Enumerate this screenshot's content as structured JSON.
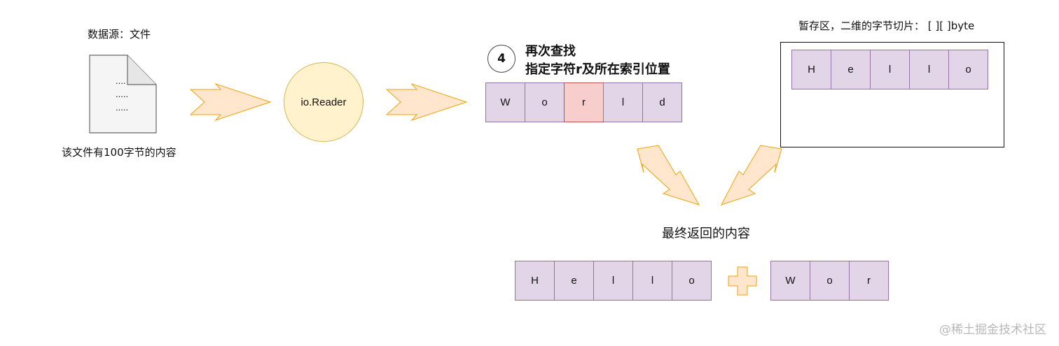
{
  "source": {
    "title": "数据源：文件",
    "file_lines": [
      "....",
      ".....",
      "....."
    ],
    "caption": "该文件有100字节的内容"
  },
  "reader": {
    "label": "io.Reader"
  },
  "step": {
    "number": "4",
    "title_line1": "再次查找",
    "title_line2": "指定字符r及所在索引位置",
    "chars": [
      "W",
      "o",
      "r",
      "l",
      "d"
    ],
    "highlight_index": 2
  },
  "buffer": {
    "title": "暂存区，二维的字节切片： [ ][ ]byte",
    "chars": [
      "H",
      "e",
      "l",
      "l",
      "o"
    ]
  },
  "result": {
    "title": "最终返回的内容",
    "left_chars": [
      "H",
      "e",
      "l",
      "l",
      "o"
    ],
    "right_chars": [
      "W",
      "o",
      "r"
    ]
  },
  "watermark": "@稀土掘金技术社区",
  "colors": {
    "cell_fill": "#e1d5e7",
    "cell_stroke": "#9673a6",
    "highlight_fill": "#f8cecc",
    "highlight_stroke": "#b85450",
    "arrow_fill": "#ffe6cc",
    "arrow_stroke": "#f0a30a",
    "reader_fill": "#fff2cc",
    "reader_stroke": "#d6b656"
  }
}
